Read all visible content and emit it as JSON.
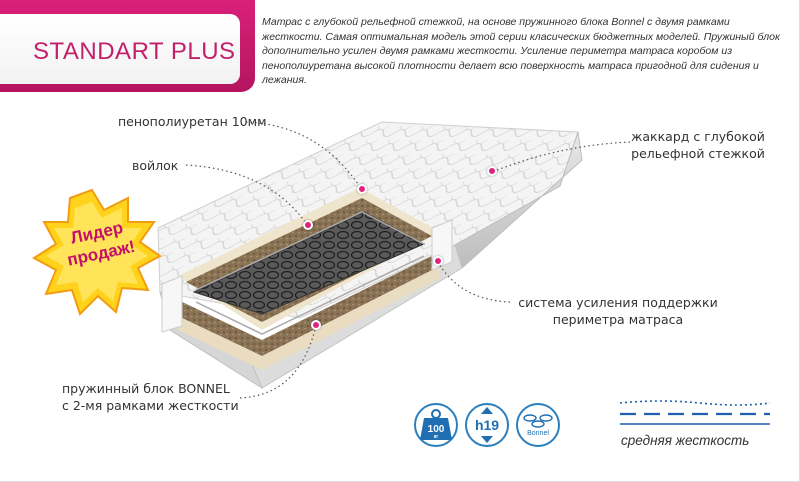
{
  "header": {
    "title": "STANDART PLUS",
    "description": "Матрас с глубокой рельефной стежкой, на основе пружинного блока Bonnel с двумя рамками жесткости. Самая оптимальная модель этой серии класических бюджетных моделей. Пружиный блок дополнительно усилен двумя рамками жесткости. Усиление периметра матраса коробом из пенополиуретана высокой плотности делает всю поверхность матраса пригодной для сидения и лежания."
  },
  "callouts": {
    "foam": "пенополиуретан 10мм",
    "felt": "войлок",
    "jacquard_line1": "жаккард с глубокой",
    "jacquard_line2": "рельефной стежкой",
    "perimeter_line1": "система усиления поддержки",
    "perimeter_line2": "периметра матраса",
    "spring_line1": "пружинный блок BONNEL",
    "spring_line2": "с 2-мя рамками жесткости"
  },
  "badge": {
    "line1": "Лидер",
    "line2": "продаж!"
  },
  "icons": {
    "weight": "100",
    "weight_unit": "кг",
    "height": "h19",
    "spring_type": "Bonnel"
  },
  "stiffness": {
    "label": "средняя жесткость"
  },
  "colors": {
    "accent": "#e0237f",
    "title": "#c3206c",
    "icon_blue": "#2a7fbf",
    "badge_yellow": "#ffd21c"
  }
}
